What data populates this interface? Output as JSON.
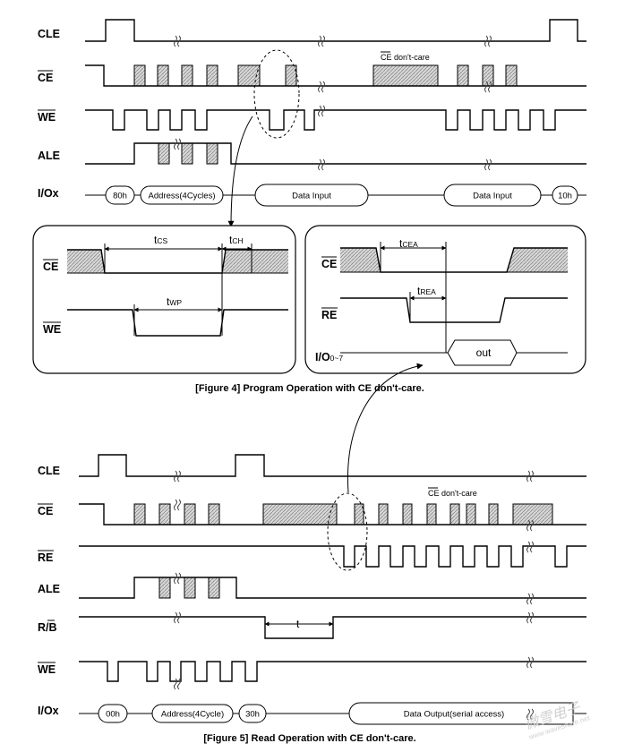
{
  "fig4": {
    "signals": {
      "cle": "CLE",
      "ce": "CE",
      "we": "WE",
      "ale": "ALE",
      "io": "I/Ox"
    },
    "bus": {
      "cmd1": "80h",
      "addr": "Address(4Cycles)",
      "data1": "Data Input",
      "data2": "Data Input",
      "cmd2": "10h"
    },
    "note": "CE don't-care",
    "caption": "[Figure 4] Program Operation with CE don't-care.",
    "inset": {
      "ce": "CE",
      "we": "WE",
      "tcs": {
        "main": "t",
        "sub": "CS"
      },
      "tch": {
        "main": "t",
        "sub": "CH"
      },
      "twp": {
        "main": "t",
        "sub": "WP"
      }
    }
  },
  "read_inset": {
    "ce": "CE",
    "re": "RE",
    "io": "I/O",
    "io_sub": "0~7",
    "out": "out",
    "tcea": {
      "main": "t",
      "sub": "CEA"
    },
    "trea": {
      "main": "t",
      "sub": "REA"
    }
  },
  "fig5": {
    "signals": {
      "cle": "CLE",
      "ce": "CE",
      "re": "RE",
      "ale": "ALE",
      "rb": "R/B",
      "we": "WE",
      "io": "I/Ox"
    },
    "bus": {
      "cmd1": "00h",
      "addr": "Address(4Cycle)",
      "cmd2": "30h",
      "data": "Data Output(serial access)"
    },
    "note": "CE don't-care",
    "t_label": "t",
    "caption": "[Figure 5] Read Operation with CE don't-care."
  },
  "watermark": {
    "brand": "微雪电子",
    "url": "www.waveshare.net"
  }
}
